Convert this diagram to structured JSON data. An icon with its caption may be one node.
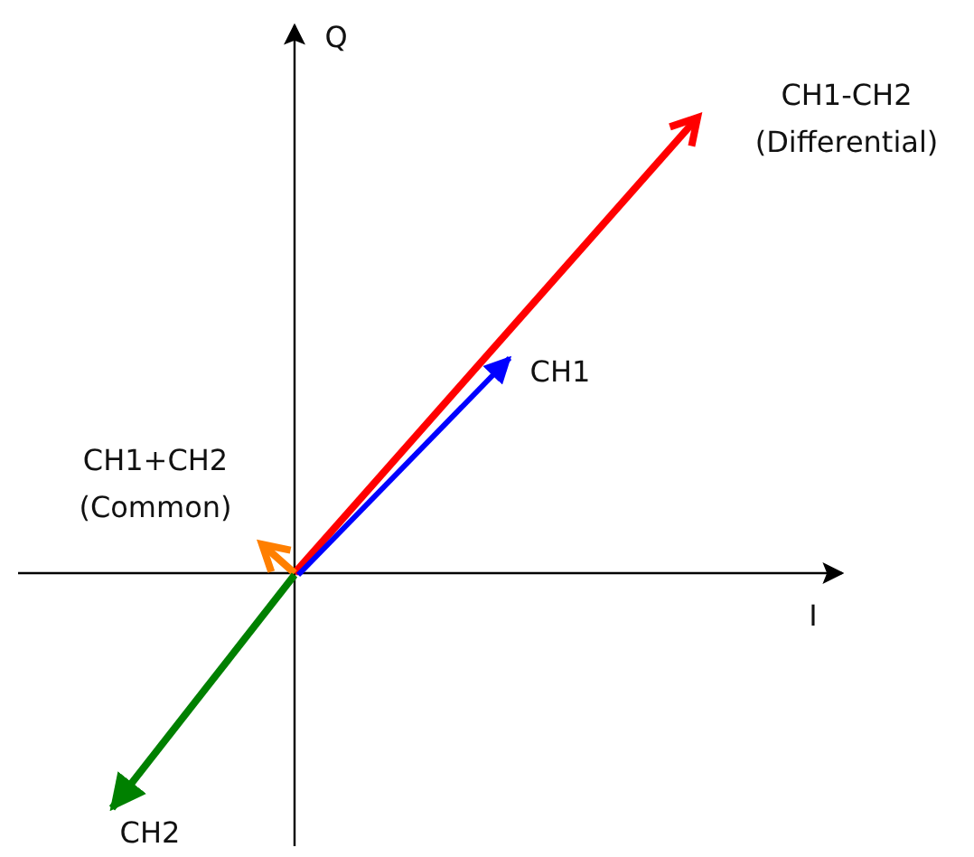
{
  "diagram": {
    "labels": [
      "Q",
      "CH1-CH2 (Differential)",
      "CH1",
      "CH1+CH2 (Common)",
      "I",
      "CH2"
    ]
  }
}
